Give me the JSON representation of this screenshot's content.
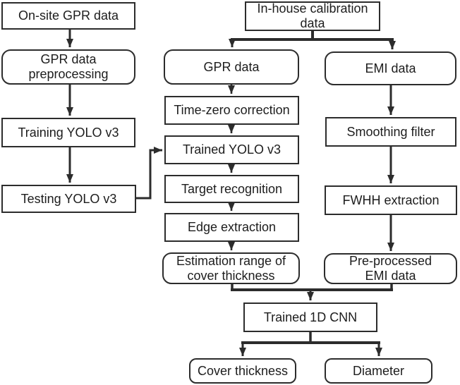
{
  "diagram": {
    "type": "flowchart",
    "colors": {
      "background": "#ffffff",
      "line": "#2c2c2c",
      "text": "#1d1d1d",
      "node_fill": "#ffffff"
    },
    "nodes": {
      "onsite_gpr": {
        "label": "On-site GPR data",
        "shape": "rect"
      },
      "gpr_preprocessing": {
        "label": "GPR data\npreprocessing",
        "shape": "rounded"
      },
      "training_yolo": {
        "label": "Training YOLO v3",
        "shape": "rect"
      },
      "testing_yolo": {
        "label": "Testing YOLO v3",
        "shape": "rect"
      },
      "inhouse_calibration": {
        "label": "In-house calibration\ndata",
        "shape": "rect"
      },
      "gpr_data": {
        "label": "GPR data",
        "shape": "rounded"
      },
      "time_zero": {
        "label": "Time-zero correction",
        "shape": "rect"
      },
      "trained_yolo": {
        "label": "Trained YOLO v3",
        "shape": "rect"
      },
      "target_recognition": {
        "label": "Target recognition",
        "shape": "rect"
      },
      "edge_extraction": {
        "label": "Edge extraction",
        "shape": "rect"
      },
      "estimation_range": {
        "label": "Estimation range of\ncover thickness",
        "shape": "rounded"
      },
      "emi_data": {
        "label": "EMI data",
        "shape": "rounded"
      },
      "smoothing_filter": {
        "label": "Smoothing filter",
        "shape": "rect"
      },
      "fwhh_extraction": {
        "label": "FWHH extraction",
        "shape": "rect"
      },
      "preprocessed_emi": {
        "label": "Pre-processed\nEMI data",
        "shape": "rounded"
      },
      "trained_cnn": {
        "label": "Trained 1D CNN",
        "shape": "rect"
      },
      "cover_thickness": {
        "label": "Cover thickness",
        "shape": "rounded"
      },
      "diameter": {
        "label": "Diameter",
        "shape": "rounded"
      }
    },
    "edges": [
      {
        "from": "On-site GPR data",
        "to": "GPR data preprocessing"
      },
      {
        "from": "GPR data preprocessing",
        "to": "Training YOLO v3"
      },
      {
        "from": "Training YOLO v3",
        "to": "Testing YOLO v3"
      },
      {
        "from": "Testing YOLO v3",
        "to": "Trained YOLO v3"
      },
      {
        "from": "In-house calibration data",
        "to": "GPR data"
      },
      {
        "from": "In-house calibration data",
        "to": "EMI data"
      },
      {
        "from": "GPR data",
        "to": "Time-zero correction"
      },
      {
        "from": "Time-zero correction",
        "to": "Trained YOLO v3"
      },
      {
        "from": "Trained YOLO v3",
        "to": "Target recognition"
      },
      {
        "from": "Target recognition",
        "to": "Edge extraction"
      },
      {
        "from": "Edge extraction",
        "to": "Estimation range of cover thickness"
      },
      {
        "from": "EMI data",
        "to": "Smoothing filter"
      },
      {
        "from": "Smoothing filter",
        "to": "FWHH extraction"
      },
      {
        "from": "FWHH extraction",
        "to": "Pre-processed EMI data"
      },
      {
        "from": "Estimation range of cover thickness",
        "to": "Trained 1D CNN"
      },
      {
        "from": "Pre-processed EMI data",
        "to": "Trained 1D CNN"
      },
      {
        "from": "Trained 1D CNN",
        "to": "Cover thickness"
      },
      {
        "from": "Trained 1D CNN",
        "to": "Diameter"
      }
    ]
  }
}
